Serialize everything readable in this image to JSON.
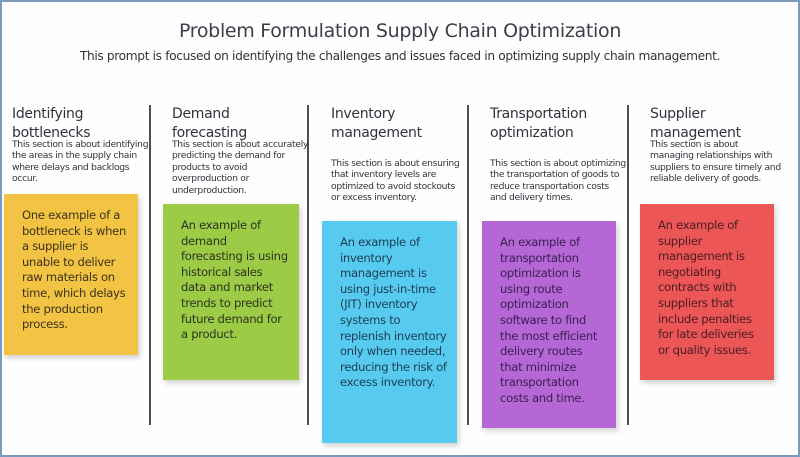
{
  "header": {
    "title": "Problem Formulation Supply Chain Optimization",
    "subtitle": "This prompt is focused on identifying the challenges and issues faced in optimizing supply chain management."
  },
  "columns": [
    {
      "heading": "Identifying bottlenecks",
      "description": "This section is about identifying the areas in the supply chain where delays and backlogs occur.",
      "example": "One example of a bottleneck is when a supplier is unable to deliver raw materials on time, which delays the production process.",
      "color": "#f3c443"
    },
    {
      "heading": "Demand forecasting",
      "description": "This section is about accurately predicting the demand for products to avoid overproduction or underproduction.",
      "example": "An example of demand forecasting is using historical sales data and market trends to predict future demand for a product.",
      "color": "#9ccb46"
    },
    {
      "heading": "Inventory management",
      "description": "This section is about ensuring that inventory levels are optimized to avoid stockouts or excess inventory.",
      "example": "An example of inventory management is using just-in-time (JIT) inventory systems to replenish inventory only when needed, reducing the risk of excess inventory.",
      "color": "#57cbef"
    },
    {
      "heading": "Transportation optimization",
      "description": "This section is about optimizing the transportation of goods to reduce transportation costs and delivery times.",
      "example": "An example of transportation optimization is using route optimization software to find the most efficient delivery routes that minimize transportation costs and time.",
      "color": "#b567d6"
    },
    {
      "heading": "Supplier management",
      "description": "This section is about managing relationships with suppliers to ensure timely and reliable delivery of goods.",
      "example": "An example of supplier management is negotiating contracts with suppliers that include penalties for late deliveries or quality issues.",
      "color": "#ec5656"
    }
  ]
}
